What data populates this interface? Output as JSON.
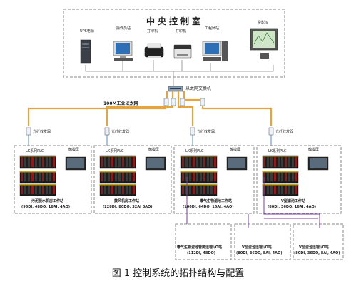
{
  "control_room": {
    "title": "中央控制室",
    "items": [
      {
        "label": "UPS电源",
        "icon": "ups-icon"
      },
      {
        "label": "操作员站",
        "icon": "workstation-icon"
      },
      {
        "label": "打印机",
        "icon": "printer-icon"
      },
      {
        "label": "打印机",
        "icon": "printer-icon"
      },
      {
        "label": "工程师站",
        "icon": "workstation-icon"
      },
      {
        "label": "投影仪",
        "icon": "projector-screen-icon"
      }
    ]
  },
  "switch_label": "以太网交换机",
  "network_label": "100M工业以太网",
  "stations": [
    {
      "transceiver": "光纤收发器",
      "plc": "LK系列PLC",
      "hmi": "触摸屏",
      "name": "污泥脱水机房工作站",
      "io": "(96DI, 48DO, 16AI, 4AO)"
    },
    {
      "transceiver": "光纤收发器",
      "plc": "LK系列PLC",
      "hmi": "触摸屏",
      "name": "鼓风机房工作站",
      "io": "(228DI, 80DO, 32AI 8AO)"
    },
    {
      "transceiver": "光纤收发器",
      "plc": "LK系列PLC",
      "hmi": "触摸屏",
      "name": "曝气生物滤池工作站",
      "io": "(160DI, 64DO, 16AI, 4AO)"
    },
    {
      "transceiver": "光纤收发器",
      "plc": "LK系列PLC",
      "hmi": "触摸屏",
      "name": "V型滤池工作站",
      "io": "(80DI, 36DO, 16AI, 4AO)"
    }
  ],
  "remote_io": [
    {
      "name": "曝气生物滤池管廊远端I/O站",
      "io": "(112DI, 48DO)"
    },
    {
      "name": "V型滤池远端I/O站",
      "io": "(80DI, 36DO, 8AI, 4AO)"
    },
    {
      "name": "V型滤池远端I/O站",
      "io": "(80DI, 36DO, 8AI, 4AO)"
    }
  ],
  "caption": "图 1  控制系统的拓扑结构与配置",
  "colors": {
    "ethernet": "#e8a33a",
    "profibus": "#7a3fa0",
    "dashed_border": "#8a8a8a"
  }
}
